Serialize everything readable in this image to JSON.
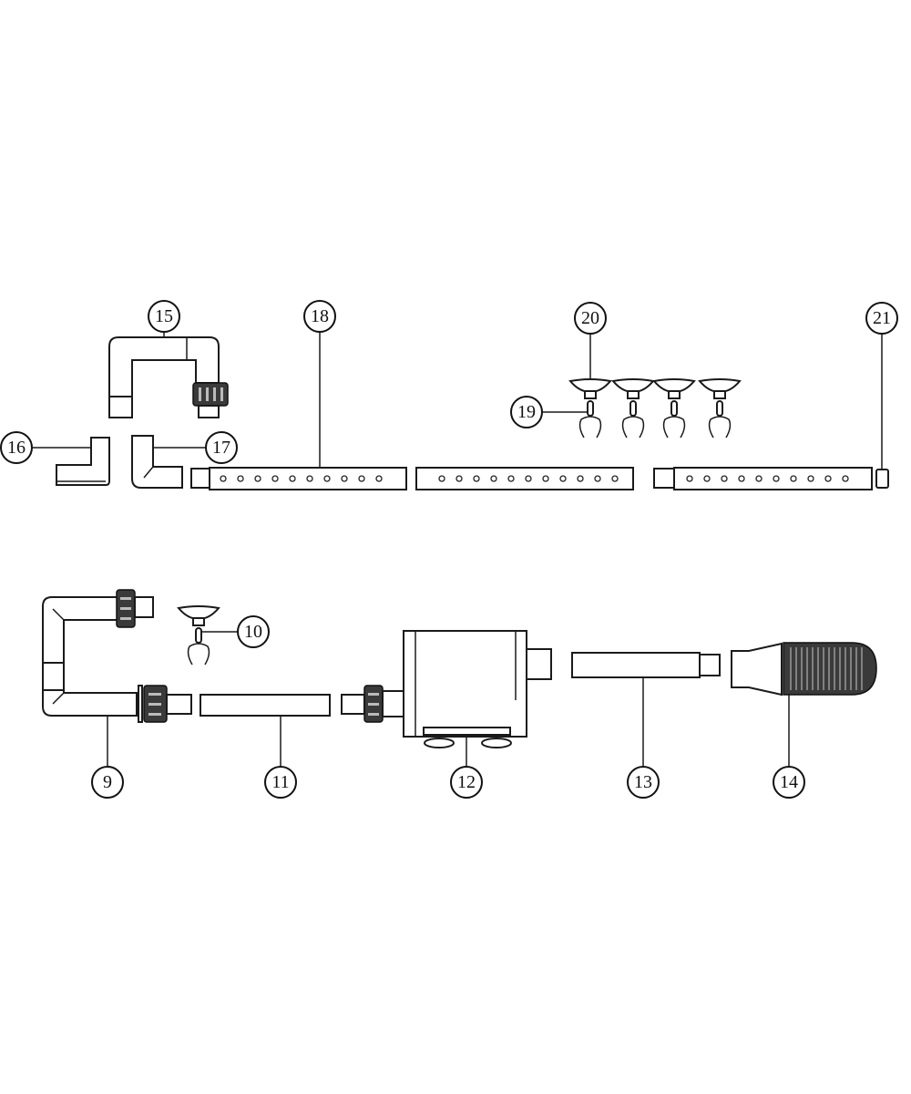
{
  "diagram": {
    "type": "exploded parts diagram",
    "part_labels": {
      "p9": "9",
      "p10": "10",
      "p11": "11",
      "p12": "12",
      "p13": "13",
      "p14": "14",
      "p15": "15",
      "p16": "16",
      "p17": "17",
      "p18": "18",
      "p19": "19",
      "p20": "20",
      "p21": "21"
    }
  }
}
